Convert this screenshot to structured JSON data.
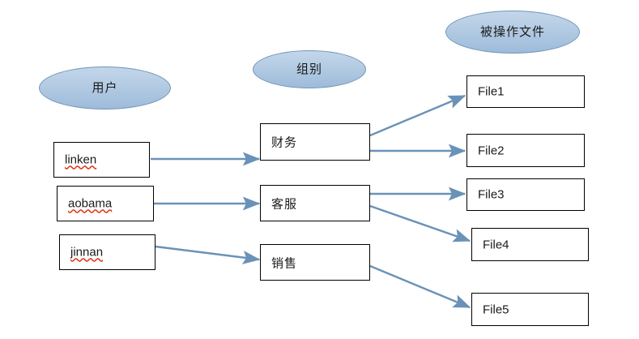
{
  "diagram": {
    "type": "flow-mapping",
    "accent_color": "#6a92b8",
    "ellipse_fill": "#b3cbe3",
    "ellipse_border": "#7195b6",
    "box_border": "#000000",
    "columns": [
      {
        "header": "用户",
        "nodes": [
          {
            "label": "linken",
            "misspelled": true
          },
          {
            "label": "aobama",
            "misspelled": true
          },
          {
            "label": "jinnan",
            "misspelled": true
          }
        ]
      },
      {
        "header": "组别",
        "nodes": [
          {
            "label": "财务",
            "misspelled": false
          },
          {
            "label": "客服",
            "misspelled": false
          },
          {
            "label": "销售",
            "misspelled": false
          }
        ]
      },
      {
        "header": "被操作文件",
        "nodes": [
          {
            "label": "File1",
            "misspelled": false
          },
          {
            "label": "File2",
            "misspelled": false
          },
          {
            "label": "File3",
            "misspelled": false
          },
          {
            "label": "File4",
            "misspelled": false
          },
          {
            "label": "File5",
            "misspelled": false
          }
        ]
      }
    ],
    "connections": [
      {
        "from": "linken",
        "to": "财务"
      },
      {
        "from": "aobama",
        "to": "客服"
      },
      {
        "from": "jinnan",
        "to": "销售"
      },
      {
        "from": "财务",
        "to": "File1"
      },
      {
        "from": "财务",
        "to": "File2"
      },
      {
        "from": "客服",
        "to": "File3"
      },
      {
        "from": "客服",
        "to": "File4"
      },
      {
        "from": "销售",
        "to": "File5"
      }
    ]
  }
}
